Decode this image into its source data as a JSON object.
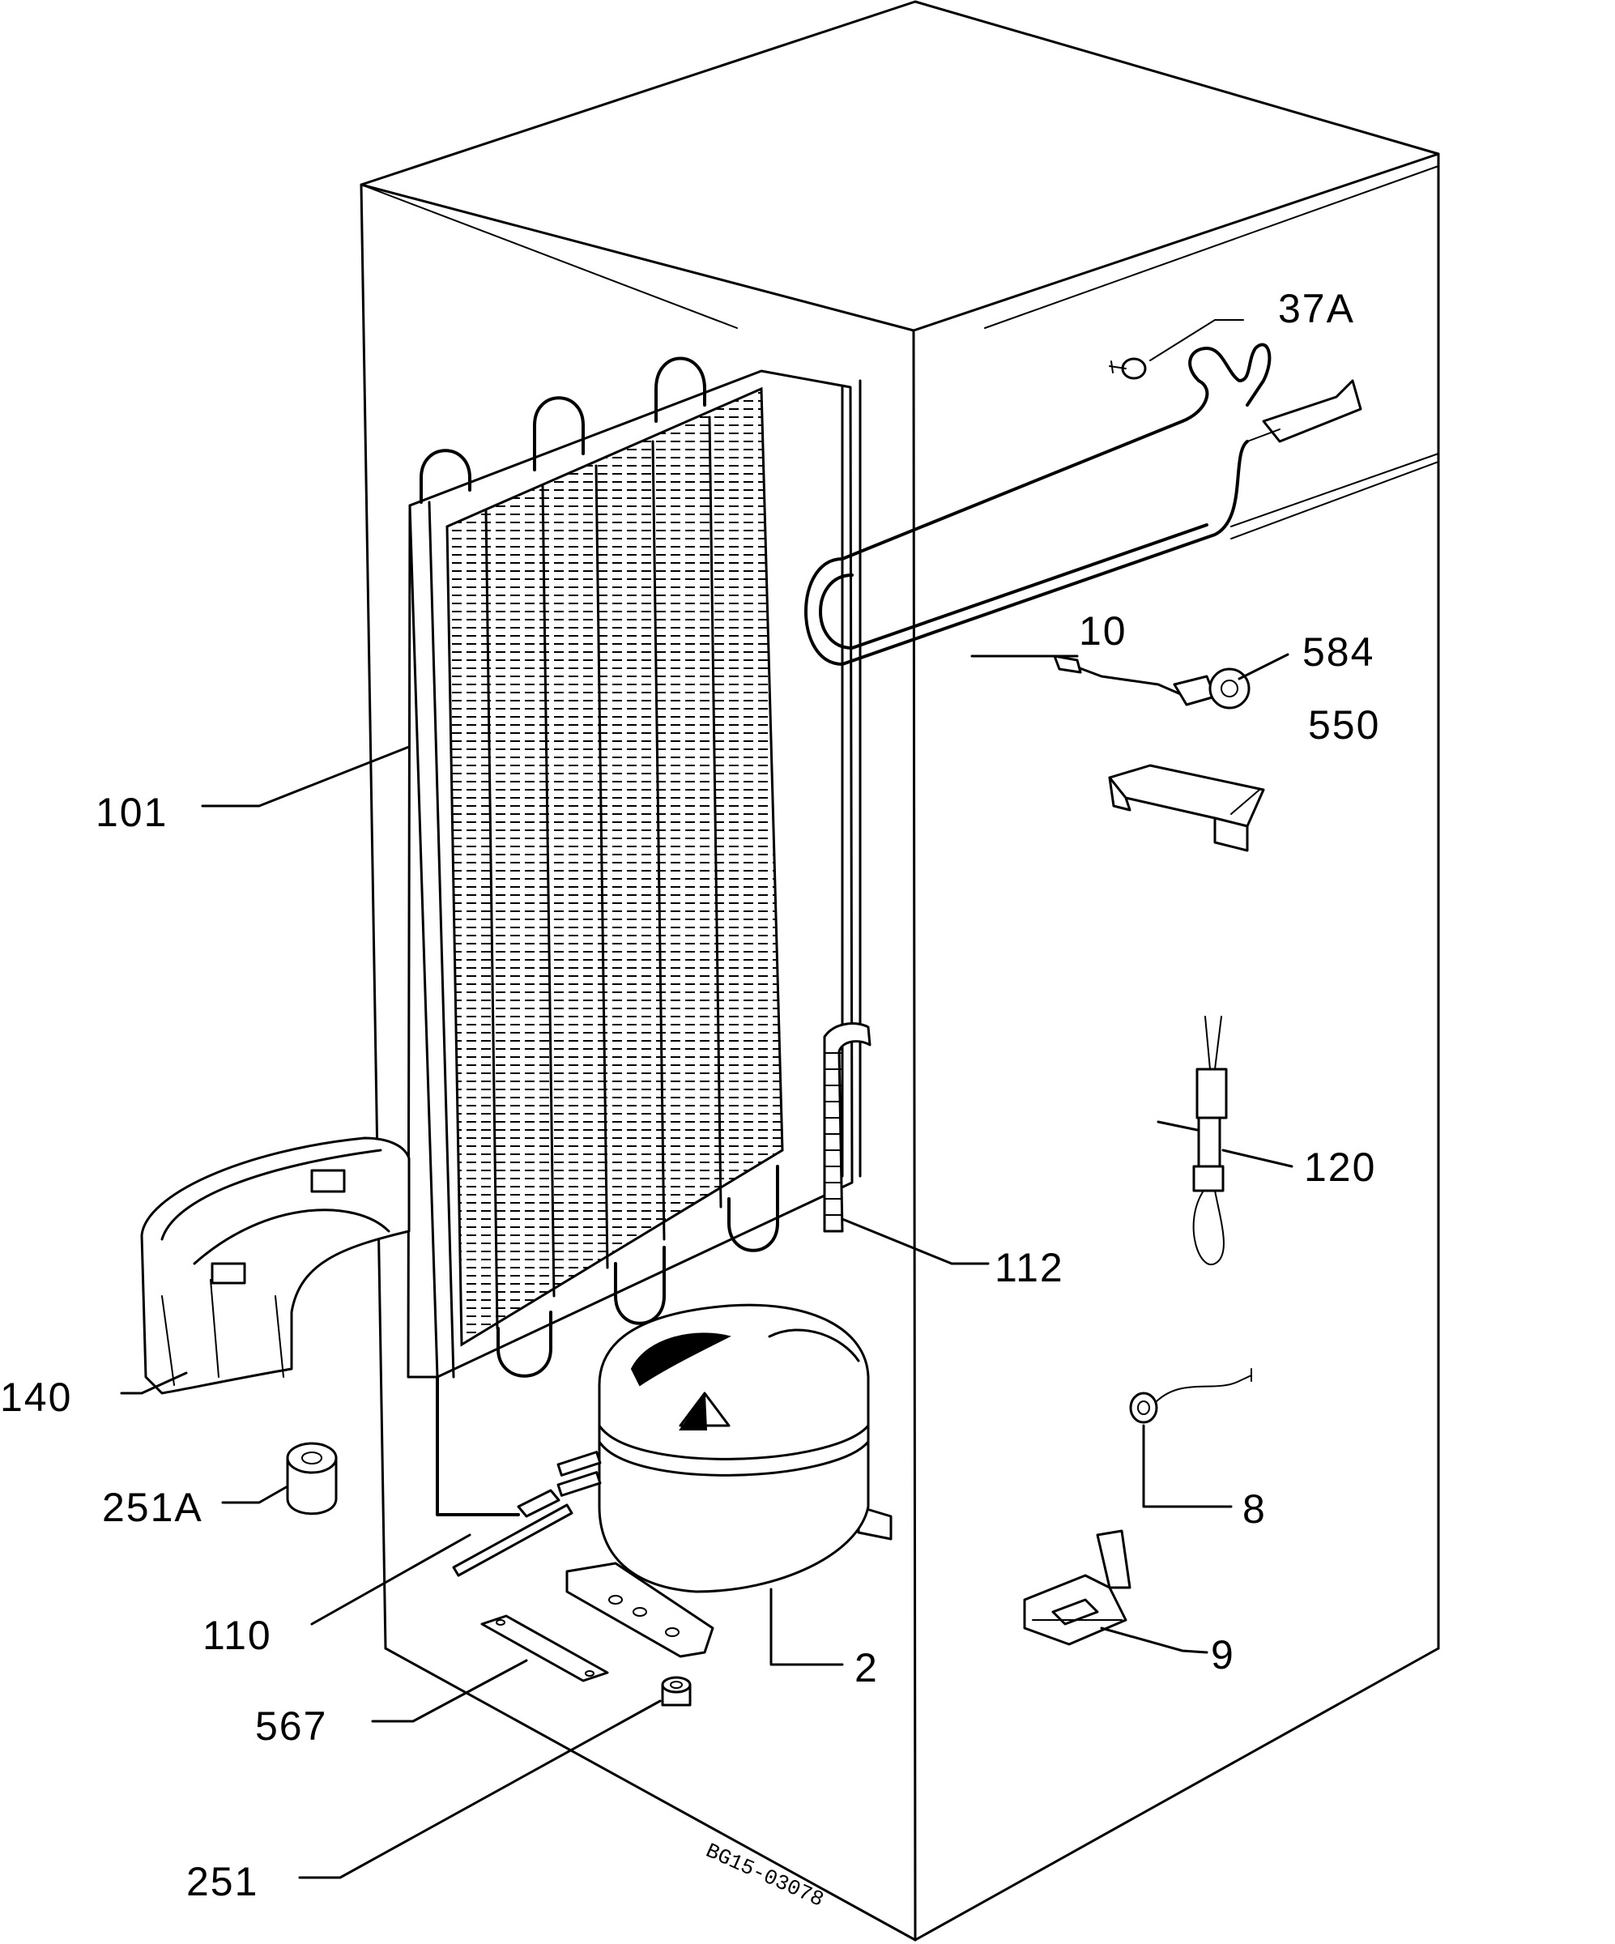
{
  "labels": {
    "p37A": "37A",
    "p10": "10",
    "p584": "584",
    "p550": "550",
    "p101": "101",
    "p120": "120",
    "p112": "112",
    "p140": "140",
    "p251A": "251A",
    "p8": "8",
    "p110": "110",
    "p2": "2",
    "p9": "9",
    "p567": "567",
    "p251": "251"
  },
  "drawing_code": "BG15-03078"
}
